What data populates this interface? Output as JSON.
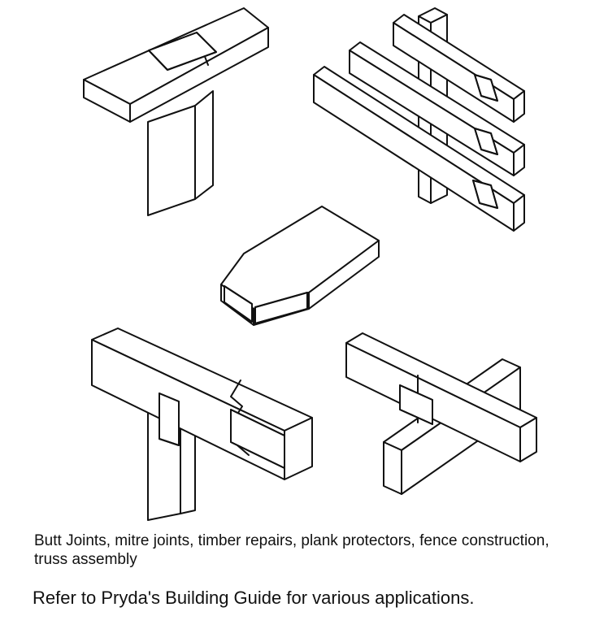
{
  "figure": {
    "items": [
      "t-joint",
      "fence",
      "mitre-joint",
      "timber-repair",
      "truss-cross"
    ]
  },
  "caption": {
    "text": "Butt Joints, mitre joints, timber repairs, plank protectors, fence construction, truss assembly"
  },
  "note": {
    "text": "Refer to Pryda's Building Guide for various applications."
  }
}
